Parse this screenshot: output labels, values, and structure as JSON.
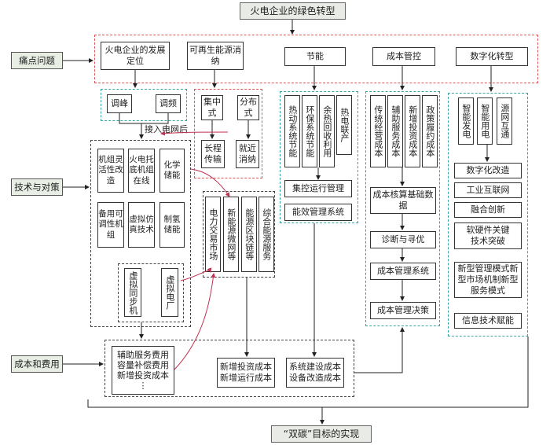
{
  "title": "火电企业的绿色转型",
  "bottom": "“双碳”目标的实现",
  "side": {
    "pain": "痛点问题",
    "tech": "技术与对策",
    "cost": "成本和费用"
  },
  "pain_items": [
    "火电企业的发展定位",
    "可再生能源消纳",
    "节能",
    "成本管控",
    "数字化转型"
  ],
  "peak": {
    "tiaofeng": "调峰",
    "tiaopin": "调频",
    "grid_label": "接入电网后"
  },
  "renew": {
    "jizhong": "集中式",
    "fenbu": "分布式",
    "changcheng": "长程传输",
    "jiujin": "就近消纳"
  },
  "tech_col": [
    "机组灵活性改造",
    "火电托底机组在线",
    "化学储能",
    "备用可调性机组",
    "虚拟仿真技术",
    "制氢储能"
  ],
  "virtual": [
    "虚拟同步机",
    "虚拟电厂"
  ],
  "market": [
    "电力交易市场",
    "新能源微网等",
    "能源区块链等",
    "综合能源服务"
  ],
  "energy": [
    "热动系统节能",
    "环保系统节能",
    "余热回收利用",
    "热电联产"
  ],
  "energy_mgmt": [
    "集控运行管理",
    "能效管理系统"
  ],
  "cost_ctrl": [
    "传统经营成本",
    "辅助服务成本",
    "新增投资成本",
    "政策履约成本"
  ],
  "cost_flow": [
    "成本核算基础数据",
    "诊断与寻优",
    "成本管理系统",
    "成本管理决策"
  ],
  "digital_top": [
    "智能发电",
    "智能用电",
    "源网互通"
  ],
  "digital_list": [
    "数字化改造",
    "工业互联网",
    "融合创新",
    "软硬件关键技术突破",
    "新型管理模式新型市场机制新型服务模式",
    "信息技术赋能"
  ],
  "cost_items": [
    "辅助服务费用",
    "容量补偿费用",
    "新增投资成本",
    "⋮"
  ],
  "new_invest": [
    "新增投资成本",
    "新增运行成本"
  ],
  "sys_cost": [
    "系统建设成本",
    "设备改造成本"
  ]
}
